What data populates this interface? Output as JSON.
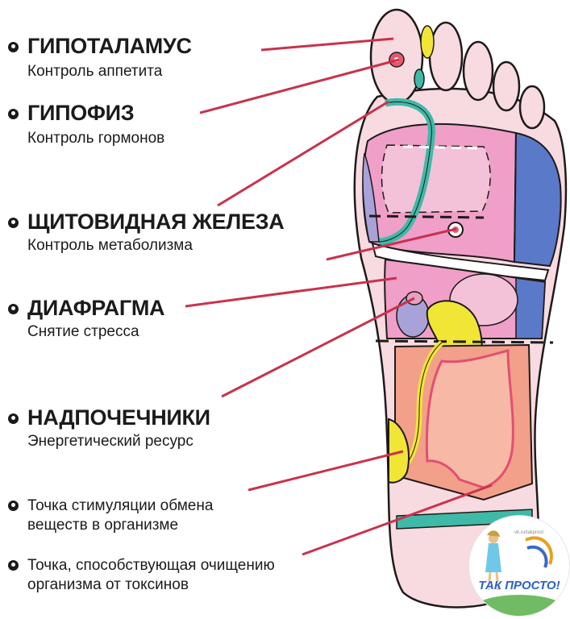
{
  "labels": [
    {
      "title": "ГИПОТАЛАМУС",
      "subtitle": "Контроль аппетита"
    },
    {
      "title": "ГИПОФИЗ",
      "subtitle": "Контроль гормонов"
    },
    {
      "title": "ЩИТОВИДНАЯ ЖЕЛЕЗА",
      "subtitle": "Контроль метаболизма"
    },
    {
      "title": "ДИАФРАГМА",
      "subtitle": "Снятие стресса"
    },
    {
      "title": "НАДПОЧЕЧНИКИ",
      "subtitle": "Энергетический ресурс"
    }
  ],
  "notes": [
    {
      "line1": "Точка стимуляции обмена",
      "line2": "веществ в организме"
    },
    {
      "line1": "Точка, способствующая очищению",
      "line2": "организма от токсинов"
    }
  ],
  "logo": {
    "text": "ТАК ПРОСТО!",
    "small": "vk.ru/takprost"
  },
  "colors": {
    "pointer": "#c8324e",
    "outline": "#1e1a1a",
    "skin": "#f5d5dc",
    "pink": "#ef9fc8",
    "blue": "#5a79c8",
    "teal": "#3fb9a8",
    "yellow": "#f1e635",
    "salmon": "#f2a08a",
    "lavender": "#a8a2d8"
  }
}
